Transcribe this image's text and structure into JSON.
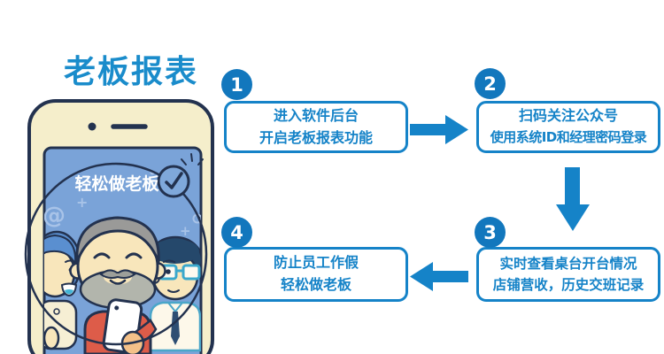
{
  "title": "老板报表",
  "phone": {
    "screen_caption": "轻松做老板",
    "badge_icon": "checkmark"
  },
  "decor": {
    "at_symbol": "@",
    "plus": "+"
  },
  "steps": [
    {
      "number": "1",
      "line1": "进入软件后台",
      "line2": "开启老板报表功能"
    },
    {
      "number": "2",
      "line1": "扫码关注公众号",
      "line2": "使用系统ID和经理密码登录"
    },
    {
      "number": "3",
      "line1": "实时查看桌台开台情况",
      "line2": "店铺营收，历史交班记录"
    },
    {
      "number": "4",
      "line1": "防止员工作假",
      "line2": "轻松做老板"
    }
  ],
  "colors": {
    "accent_blue": "#1583c8",
    "step_circle_blue": "#1277bd",
    "title_blue": "#1a8ccb",
    "outline_navy": "#23324f",
    "screen_blue": "#7aa3d8",
    "phone_cream": "#f5eecb",
    "skin_cream": "#f8e6bb",
    "hair_gray": "#9a9a98",
    "beard_gray": "#b2b5ac",
    "shirt_red": "#dd5c49",
    "glasses_teal": "#3aa8cc",
    "deco_light_blue": "#a8c3e8"
  }
}
